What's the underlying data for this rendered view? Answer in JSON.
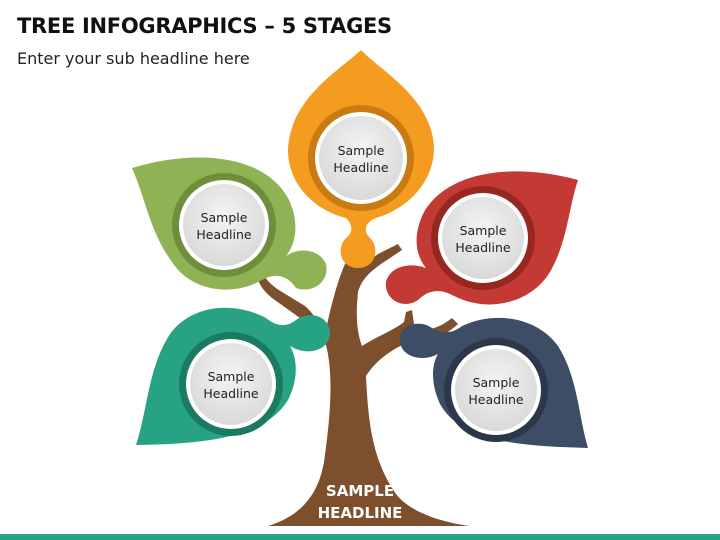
{
  "header": {
    "title": "TREE INFOGRAPHICS – 5 STAGES",
    "subtitle": "Enter your sub headline here"
  },
  "trunk": {
    "line1": "SAMPLE",
    "line2": "HEADLINE",
    "color": "#7d4f2d"
  },
  "leaves": [
    {
      "line1": "Sample",
      "line2": "Headline",
      "color": "#8fb255",
      "ring": "#6e8e3c"
    },
    {
      "line1": "Sample",
      "line2": "Headline",
      "color": "#f39c1f",
      "ring": "#c97a12"
    },
    {
      "line1": "Sample",
      "line2": "Headline",
      "color": "#c23a33",
      "ring": "#962821"
    },
    {
      "line1": "Sample",
      "line2": "Headline",
      "color": "#27a383",
      "ring": "#1b7b62"
    },
    {
      "line1": "Sample",
      "line2": "Headline",
      "color": "#3d4d66",
      "ring": "#2b374b"
    }
  ],
  "footer": {
    "color": "#2aa184"
  }
}
